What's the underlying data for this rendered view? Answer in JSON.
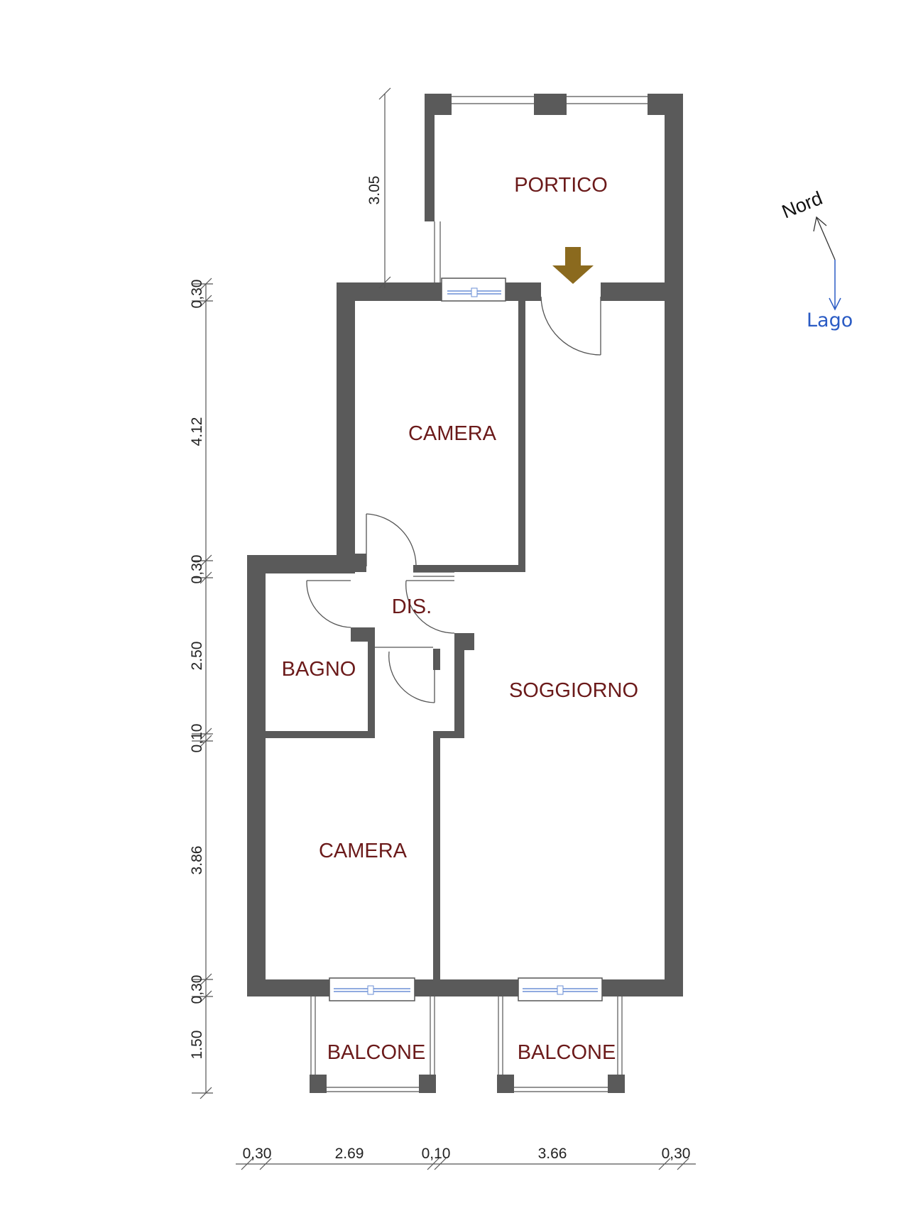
{
  "rooms": {
    "portico": "PORTICO",
    "camera_top": "CAMERA",
    "dis": "DIS.",
    "bagno": "BAGNO",
    "soggiorno": "SOGGIORNO",
    "camera_bottom": "CAMERA",
    "balcone_left": "BALCONE",
    "balcone_right": "BALCONE"
  },
  "dimensions_vertical": {
    "portico_depth": "3.05",
    "v1": "0,30",
    "v2": "4.12",
    "v3": "0,30",
    "v4": "2.50",
    "v5": "0,10",
    "v6": "3.86",
    "v7": "0,30",
    "v8": "1.50"
  },
  "dimensions_horizontal": {
    "h1": "0,30",
    "h2": "2.69",
    "h3": "0,10",
    "h4": "3.66",
    "h5": "0,30"
  },
  "compass": {
    "north": "Nord",
    "lake": "Lago"
  },
  "colors": {
    "wall": "#5a5a5a",
    "label": "#6b1a1a",
    "entrance_arrow": "#8b6a1e",
    "lake": "#2a5bc4"
  }
}
